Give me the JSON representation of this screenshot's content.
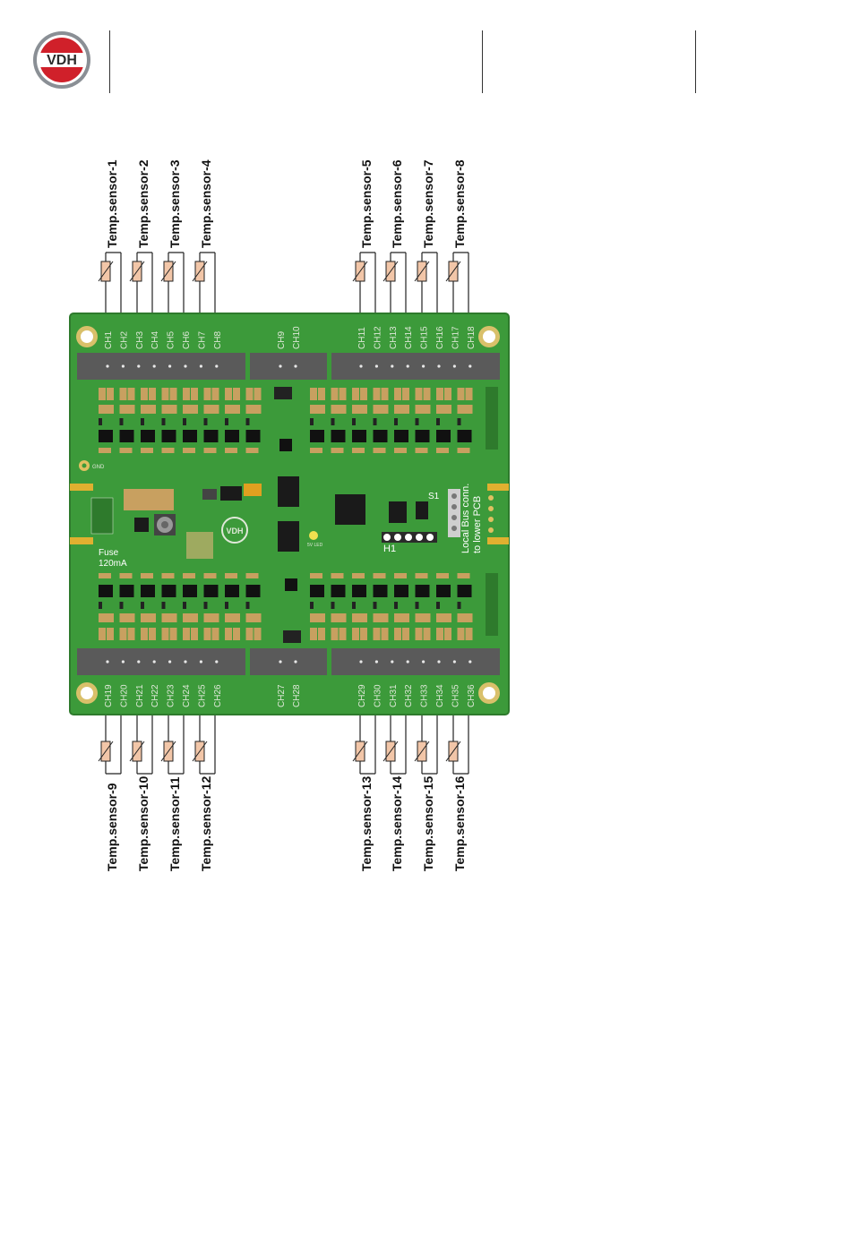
{
  "header": {
    "logo_text": "VDH",
    "logo_colors": {
      "red": "#d0202a",
      "grey": "#8a8f95",
      "white": "#ffffff"
    }
  },
  "pcb": {
    "board_color": "#3c9a3a",
    "silk_color": "#dfe8d8",
    "connector_color": "#5a5a5a",
    "top_channels": [
      "CH1",
      "CH2",
      "CH3",
      "CH4",
      "CH5",
      "CH6",
      "CH7",
      "CH8",
      "CH9",
      "CH10",
      "CH11",
      "CH12",
      "CH13",
      "CH14",
      "CH15",
      "CH16",
      "CH17",
      "CH18"
    ],
    "bottom_channels": [
      "CH19",
      "CH20",
      "CH21",
      "CH22",
      "CH23",
      "CH24",
      "CH25",
      "CH26",
      "CH27",
      "CH28",
      "CH29",
      "CH30",
      "CH31",
      "CH32",
      "CH33",
      "CH34",
      "CH35",
      "CH36"
    ],
    "labels": {
      "gnd": "GND",
      "fuse": "Fuse",
      "fuse_rating": "120mA",
      "local_bus": "Local Bus conn.",
      "to_lower_pcb": "to lower PCB",
      "h1": "H1",
      "s1": "S1",
      "led": "5V LED",
      "logo": "VDH"
    }
  },
  "sensors": {
    "top": [
      "Temp.sensor-1",
      "Temp.sensor-2",
      "Temp.sensor-3",
      "Temp.sensor-4",
      "Temp.sensor-5",
      "Temp.sensor-6",
      "Temp.sensor-7",
      "Temp.sensor-8"
    ],
    "bottom": [
      "Temp.sensor-9",
      "Temp.sensor-10",
      "Temp.sensor-11",
      "Temp.sensor-12",
      "Temp.sensor-13",
      "Temp.sensor-14",
      "Temp.sensor-15",
      "Temp.sensor-16"
    ],
    "resistor_color": "#f2c6a8"
  }
}
